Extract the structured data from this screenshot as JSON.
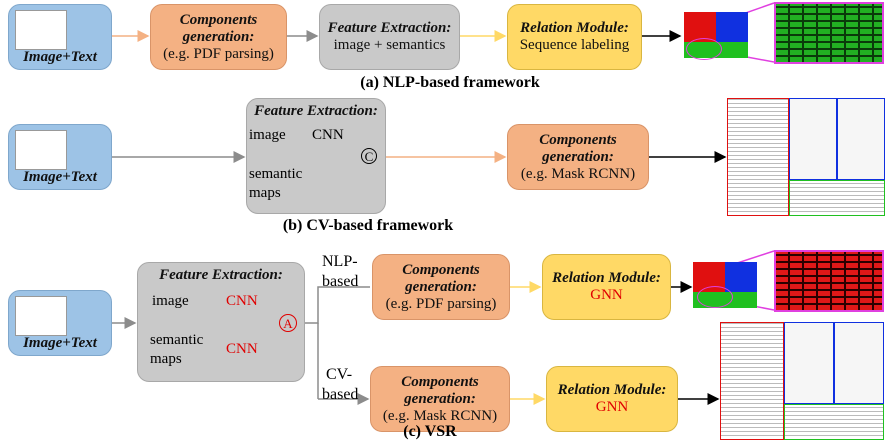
{
  "a": {
    "input": "Image+Text",
    "components": {
      "title": "Components generation:",
      "sub": "(e.g. PDF parsing)"
    },
    "feature": {
      "title": "Feature Extraction:",
      "sub": "image + semantics"
    },
    "relation": {
      "title": "Relation Module:",
      "sub": "Sequence labeling"
    },
    "caption": "(a) NLP-based framework"
  },
  "b": {
    "input": "Image+Text",
    "feature": {
      "title": "Feature Extraction:",
      "image": "image",
      "cnn": "CNN",
      "op": "C",
      "semantic1": "semantic",
      "semantic2": "maps"
    },
    "components": {
      "title": "Components generation:",
      "sub": "(e.g. Mask RCNN)"
    },
    "caption": "(b) CV-based framework"
  },
  "c": {
    "input": "Image+Text",
    "feature": {
      "title": "Feature Extraction:",
      "image": "image",
      "cnn1": "CNN",
      "op": "A",
      "semantic1": "semantic",
      "semantic2": "maps",
      "cnn2": "CNN"
    },
    "nlp_label1": "NLP-",
    "nlp_label2": "based",
    "cv_label1": "CV-",
    "cv_label2": "based",
    "components_nlp": {
      "title": "Components generation:",
      "sub": "(e.g. PDF parsing)"
    },
    "components_cv": {
      "title": "Components generation:",
      "sub": "(e.g. Mask RCNN)"
    },
    "relation_nlp": {
      "title": "Relation Module:",
      "sub": "GNN"
    },
    "relation_cv": {
      "title": "Relation Module:",
      "sub": "GNN"
    },
    "caption": "(c) VSR"
  },
  "colors": {
    "arrow_orange": "#f4b183",
    "arrow_gray": "#8c8c8c",
    "arrow_yellow": "#ffd966",
    "red": "#e00000",
    "magenta": "#e040e0"
  }
}
